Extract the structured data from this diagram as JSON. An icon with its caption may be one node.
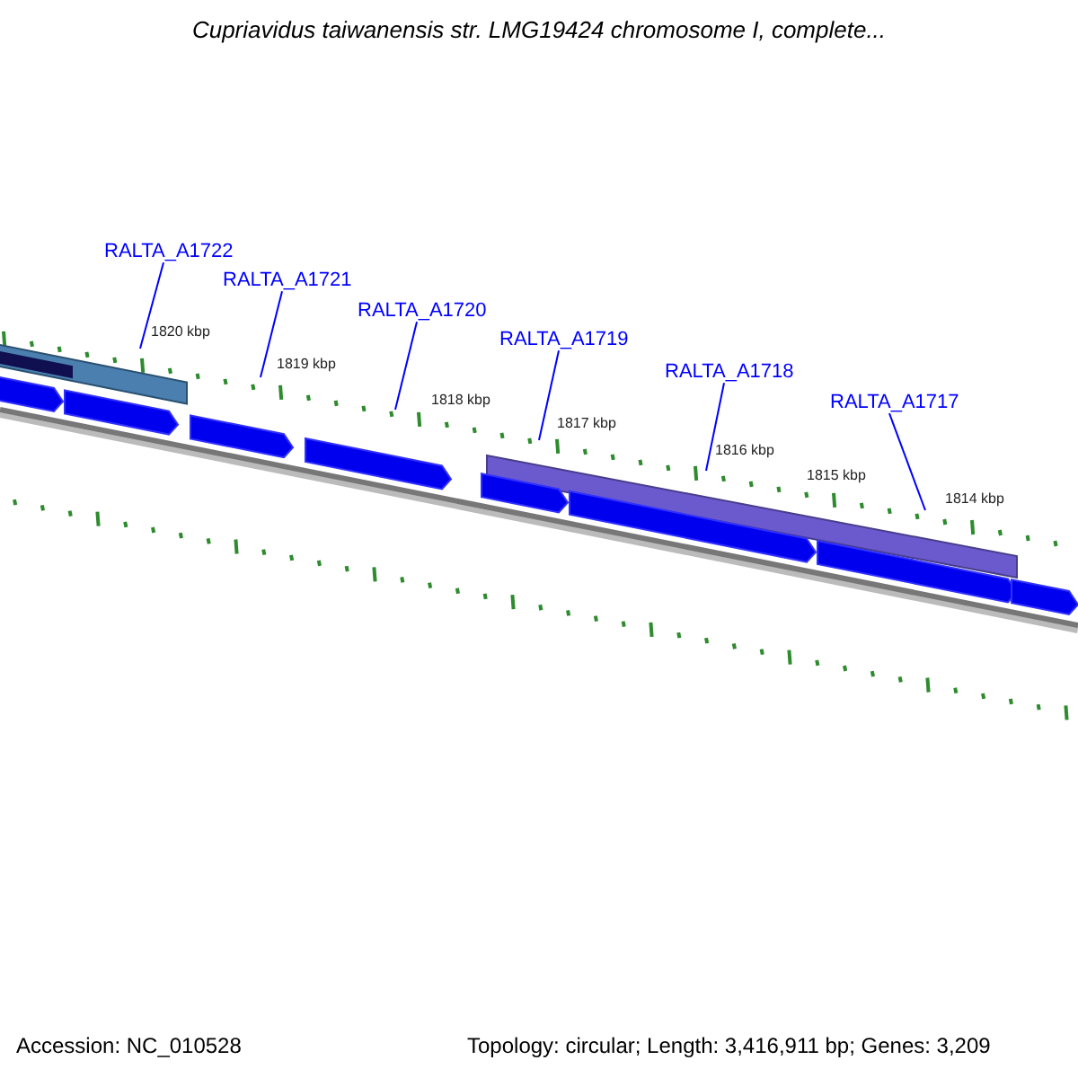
{
  "diagram": {
    "title": "Cupriavidus taiwanensis str. LMG19424 chromosome I, complete...",
    "nodes": [
      {
        "text": [
          "RALTA_A1722"
        ]
      },
      {
        "text": [
          "RALTA_A1721"
        ]
      },
      {
        "text": [
          "RALTA_A1720"
        ]
      },
      {
        "text": [
          "RALTA_A1719"
        ]
      },
      {
        "text": [
          "RALTA_A1718"
        ]
      },
      {
        "text": [
          "RALTA_A1717"
        ]
      }
    ],
    "edges": [
      {
        "from": 0,
        "to": null,
        "arrow": "none"
      },
      {
        "from": 1,
        "to": null,
        "arrow": "none"
      },
      {
        "from": 2,
        "to": null,
        "arrow": "none"
      },
      {
        "from": 3,
        "to": null,
        "arrow": "none"
      },
      {
        "from": 4,
        "to": null,
        "arrow": "none"
      },
      {
        "from": 5,
        "to": null,
        "arrow": "none"
      }
    ],
    "labels": [
      "1820 kbp",
      "1819 kbp",
      "1818 kbp",
      "1817 kbp",
      "1816 kbp",
      "1815 kbp",
      "1814 kbp",
      "Accession: NC_010528",
      "Topology: circular; Length: 3,416,911 bp; Genes: 3,209"
    ]
  }
}
